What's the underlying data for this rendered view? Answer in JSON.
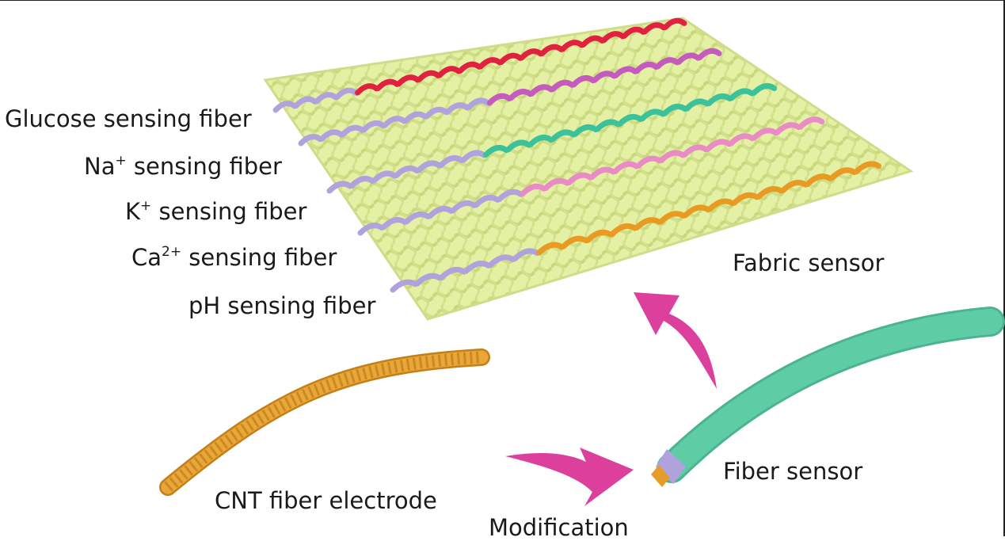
{
  "fibers": [
    {
      "id": "glucose",
      "label_main": "Glucose sensing fiber",
      "label_sup": "",
      "label_tail": "",
      "color": "#e0213f"
    },
    {
      "id": "na",
      "label_main": "Na",
      "label_sup": "+",
      "label_tail": " sensing fiber",
      "color": "#c55bbf"
    },
    {
      "id": "k",
      "label_main": "K",
      "label_sup": "+",
      "label_tail": " sensing fiber",
      "color": "#3cc29a"
    },
    {
      "id": "ca",
      "label_main": "Ca",
      "label_sup": "2+",
      "label_tail": " sensing fiber",
      "color": "#e98bc5"
    },
    {
      "id": "ph",
      "label_main": "pH sensing fiber",
      "label_sup": "",
      "label_tail": "",
      "color": "#e99a22"
    }
  ],
  "labels": {
    "fabric_sensor": "Fabric sensor",
    "fiber_sensor": "Fiber sensor",
    "cnt_electrode": "CNT fiber electrode",
    "modification": "Modification"
  },
  "colors": {
    "fabric": "#e4f0a4",
    "fabric_shade": "#c8d87c",
    "insulation": "#b0a2dc",
    "arrow": "#dd3f9c",
    "fiber_sensor": "#5ecda6",
    "cnt": "#e49d2a"
  }
}
